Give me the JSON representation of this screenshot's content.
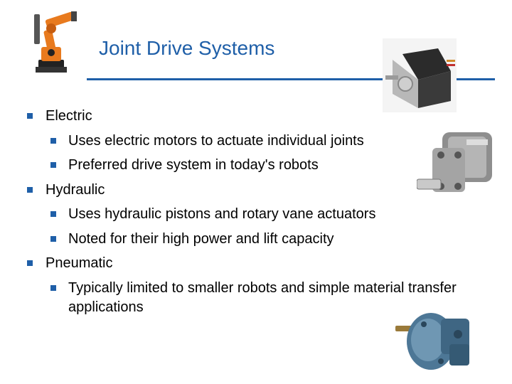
{
  "slide": {
    "title": "Joint Drive Systems",
    "bullets": [
      {
        "text": "Electric",
        "sub": [
          "Uses electric motors to actuate individual joints",
          "Preferred drive system in today's robots"
        ]
      },
      {
        "text": "Hydraulic",
        "sub": [
          "Uses hydraulic pistons and rotary vane actuators",
          "Noted for their high power and lift capacity"
        ]
      },
      {
        "text": "Pneumatic",
        "sub": [
          "Typically limited to smaller robots and simple material transfer applications"
        ]
      }
    ]
  },
  "colors": {
    "accent": "#1f5fa8",
    "robot": "#e87a1e"
  },
  "images": {
    "robot": "industrial-robot-arm-photo",
    "stepper": "stepper-motor-photo",
    "hydraulic": "hydraulic-motor-photo",
    "pneumatic": "pneumatic-motor-photo"
  }
}
